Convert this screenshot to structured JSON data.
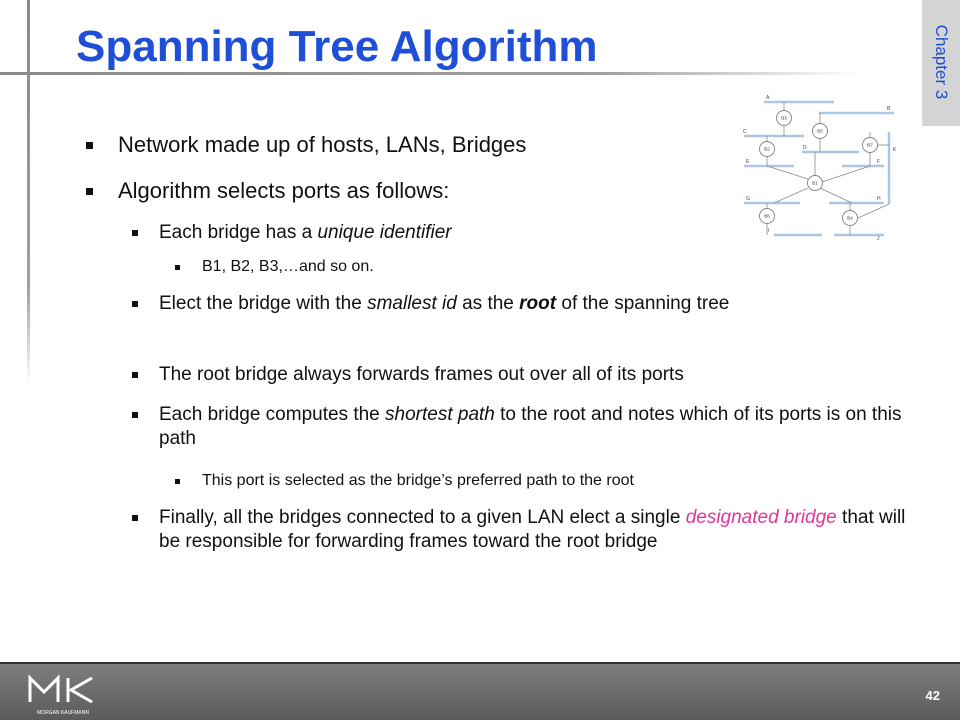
{
  "slide": {
    "title": "Spanning Tree Algorithm",
    "chapter": "Chapter 3",
    "page_number": "42"
  },
  "bullets": [
    {
      "text": "Network made up of hosts, LANs, Bridges"
    },
    {
      "text": "Algorithm selects ports as follows:"
    },
    {
      "pre": "Each bridge has a ",
      "em": "unique identifier"
    },
    {
      "text": "B1, B2, B3,…and so on."
    },
    {
      "pre": "Elect the bridge with the ",
      "em": "smallest id",
      "mid": " as the ",
      "strong": "root",
      "post": " of the spanning tree"
    },
    {
      "text": "The root bridge always forwards frames out over all of its ports"
    },
    {
      "pre": "Each bridge computes the ",
      "em": "shortest path",
      "post": " to the root and notes which of its ports is on this path"
    },
    {
      "text": "This port is selected as the bridge’s preferred path to the root"
    },
    {
      "pre": "Finally, all the bridges connected to a given LAN elect a single ",
      "em": "designated bridge",
      "post": " that will be responsible for forwarding frames toward the root bridge"
    }
  ],
  "diagram": {
    "lans": [
      "A",
      "B",
      "C",
      "D",
      "E",
      "F",
      "G",
      "H",
      "I",
      "J",
      "K"
    ],
    "bridges": [
      "B1",
      "B2",
      "B3",
      "B4",
      "B5",
      "B6",
      "B7"
    ]
  },
  "logo": {
    "letters": "MK",
    "caption": "MORGAN KAUFMANN"
  }
}
